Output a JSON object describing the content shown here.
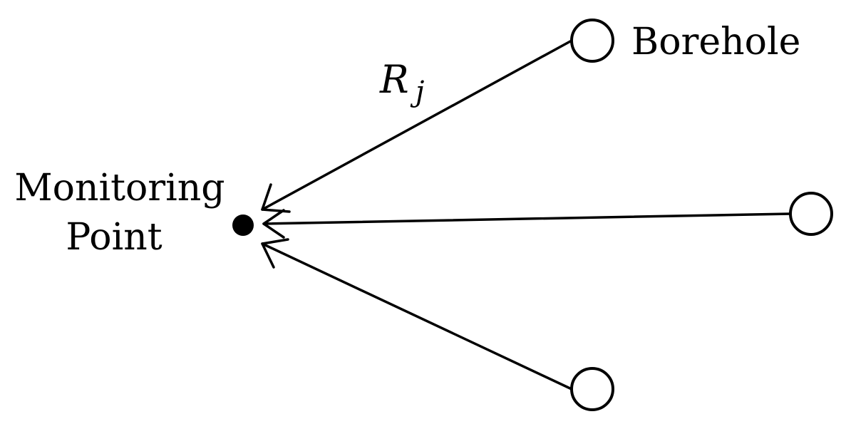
{
  "labels": {
    "monitoring_point_line1": "Monitoring",
    "monitoring_point_line2": "Point",
    "borehole": "Borehole",
    "distance_symbol": "R",
    "distance_subscript": "j"
  },
  "colors": {
    "stroke": "#000000",
    "background": "#ffffff"
  }
}
